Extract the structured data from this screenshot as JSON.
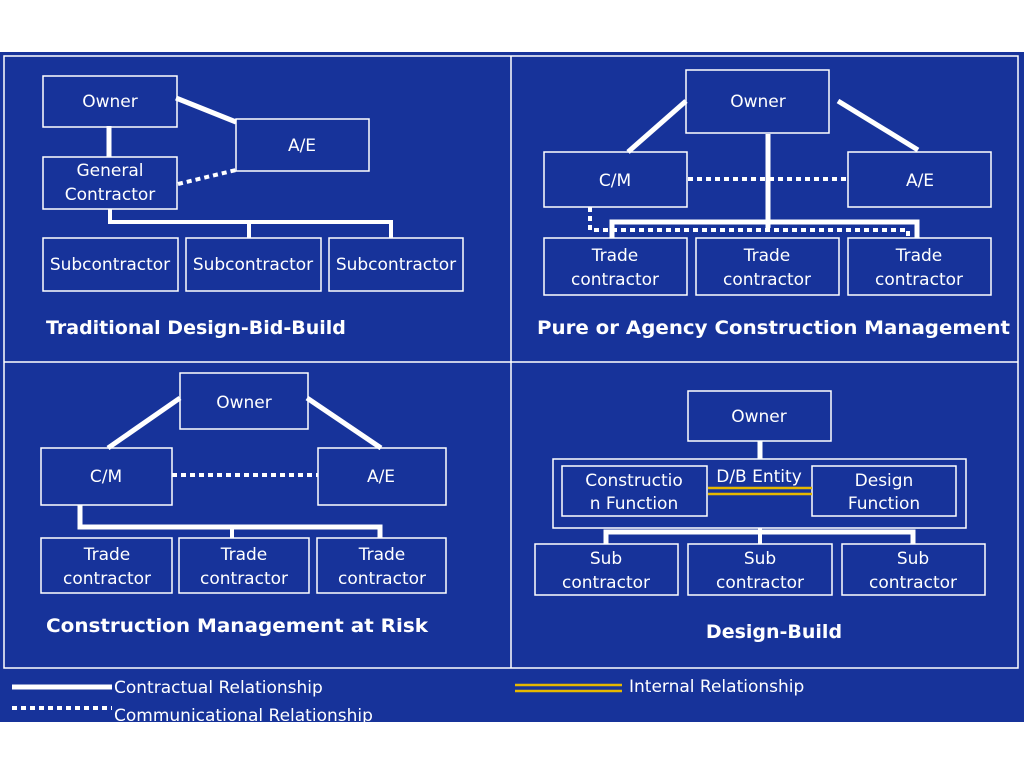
{
  "colors": {
    "background": "#17339a",
    "line": "#ffffff",
    "internal_line": "#e6b800"
  },
  "quadrants": {
    "dbb": {
      "title": "Traditional Design-Bid-Build",
      "owner": "Owner",
      "ae": "A/E",
      "gc_line1": "General",
      "gc_line2": "Contractor",
      "subs": [
        "Subcontractor",
        "Subcontractor",
        "Subcontractor"
      ]
    },
    "agency": {
      "title": "Pure or Agency Construction Management",
      "owner": "Owner",
      "cm": "C/M",
      "ae": "A/E",
      "trades": [
        {
          "l1": "Trade",
          "l2": "contractor"
        },
        {
          "l1": "Trade",
          "l2": "contractor"
        },
        {
          "l1": "Trade",
          "l2": "contractor"
        }
      ]
    },
    "risk": {
      "title": "Construction Management at Risk",
      "owner": "Owner",
      "cm": "C/M",
      "ae": "A/E",
      "trades": [
        {
          "l1": "Trade",
          "l2": "contractor"
        },
        {
          "l1": "Trade",
          "l2": "contractor"
        },
        {
          "l1": "Trade",
          "l2": "contractor"
        }
      ]
    },
    "db": {
      "title": "Design-Build",
      "owner": "Owner",
      "entity": "D/B Entity",
      "construction_l1": "Constructio",
      "construction_l2": "n Function",
      "design_l1": "Design",
      "design_l2": "Function",
      "subs": [
        {
          "l1": "Sub",
          "l2": "contractor"
        },
        {
          "l1": "Sub",
          "l2": "contractor"
        },
        {
          "l1": "Sub",
          "l2": "contractor"
        }
      ]
    }
  },
  "legend": {
    "contractual": "Contractual Relationship",
    "communicational": "Communicational Relationship",
    "internal": "Internal Relationship"
  }
}
